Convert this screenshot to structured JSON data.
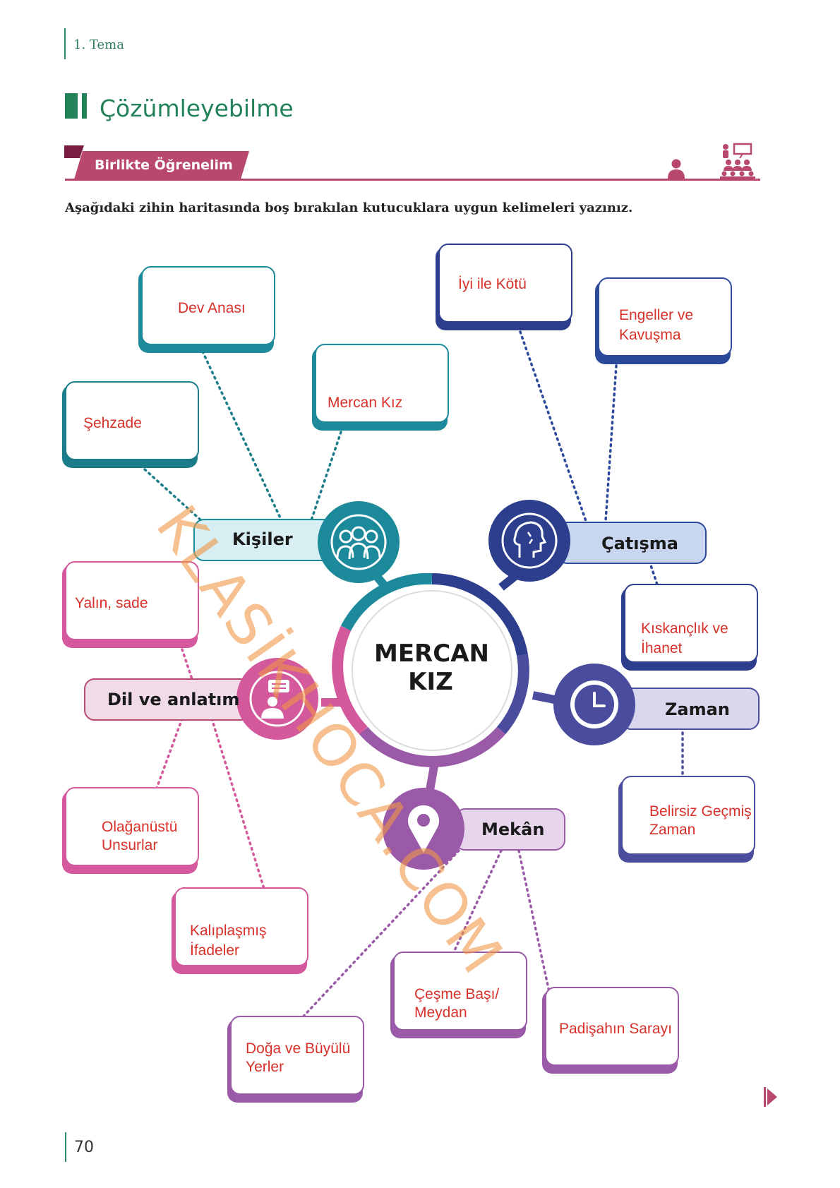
{
  "header": {
    "theme": "1. Tema",
    "section_title": "Çözümleyebilme",
    "banner": "Birlikte Öğrenelim"
  },
  "instruction": "Aşağıdaki zihin haritasında boş bırakılan kutucuklara uygun kelimeleri yazınız.",
  "mindmap": {
    "center": {
      "line1": "MERCAN",
      "line2": "KIZ"
    },
    "categories": {
      "kisiler": "Kişiler",
      "catisma": "Çatışma",
      "dil": "Dil ve anlatım",
      "zaman": "Zaman",
      "mekan": "Mekân"
    },
    "boxes": {
      "dev_anasi": "Dev Anası",
      "sehzade": "Şehzade",
      "mercan_kiz": "Mercan Kız",
      "iyi_kotu": "İyi ile Kötü",
      "engeller": "Engeller ve\nKavuşma",
      "kiskanclik": "Kıskançlık ve\nİhanet",
      "yalin": "Yalın, sade",
      "olaganustu": "Olağanüstü\nUnsurlar",
      "kaliplasmis": "Kalıplaşmış\nİfadeler",
      "belirsiz": "Belirsiz Geçmiş\nZaman",
      "cesme": "Çeşme Başı/\nMeydan",
      "padisah": "Padişahın Sarayı",
      "doga": "Doğa ve Büyülü\nYerler"
    }
  },
  "watermark": "KLASİKHOCA.COM",
  "page_number": "70",
  "colors": {
    "green": "#24825a",
    "crimson": "#b8486e",
    "teal": "#1c8a9a",
    "navy": "#2c3e8c",
    "indigo": "#4a4d9e",
    "pink": "#d3589c",
    "purple": "#9a5aa8",
    "answer_red": "#d8312a"
  }
}
